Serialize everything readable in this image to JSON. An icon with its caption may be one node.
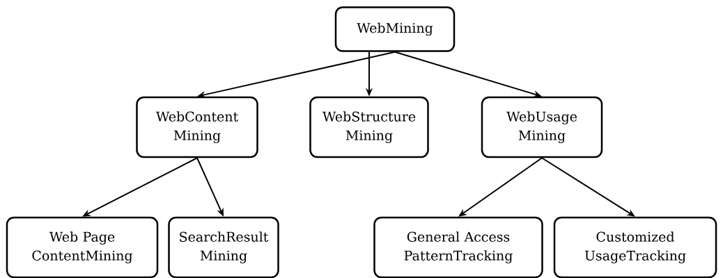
{
  "diagram": {
    "nodes": [
      {
        "text": [
          "WebMining"
        ]
      },
      {
        "text": [
          "WebContent Mining"
        ]
      },
      {
        "text": [
          "WebStructure Mining"
        ]
      },
      {
        "text": [
          "WebUsage Mining"
        ]
      },
      {
        "text": [
          "Web Page ContentMining"
        ]
      },
      {
        "text": [
          "SearchResult Mining"
        ]
      },
      {
        "text": [
          "General Access PatternTracking"
        ]
      },
      {
        "text": [
          "Customized UsageTracking"
        ]
      }
    ],
    "edges": [
      {
        "from": 0,
        "to": 1,
        "arrow": "to"
      },
      {
        "from": 0,
        "to": 2,
        "arrow": "to"
      },
      {
        "from": 0,
        "to": 3,
        "arrow": "to"
      },
      {
        "from": 1,
        "to": 4,
        "arrow": "to"
      },
      {
        "from": 1,
        "to": 5,
        "arrow": "to"
      },
      {
        "from": 3,
        "to": 6,
        "arrow": "to"
      },
      {
        "from": 3,
        "to": 7,
        "arrow": "to"
      }
    ]
  }
}
